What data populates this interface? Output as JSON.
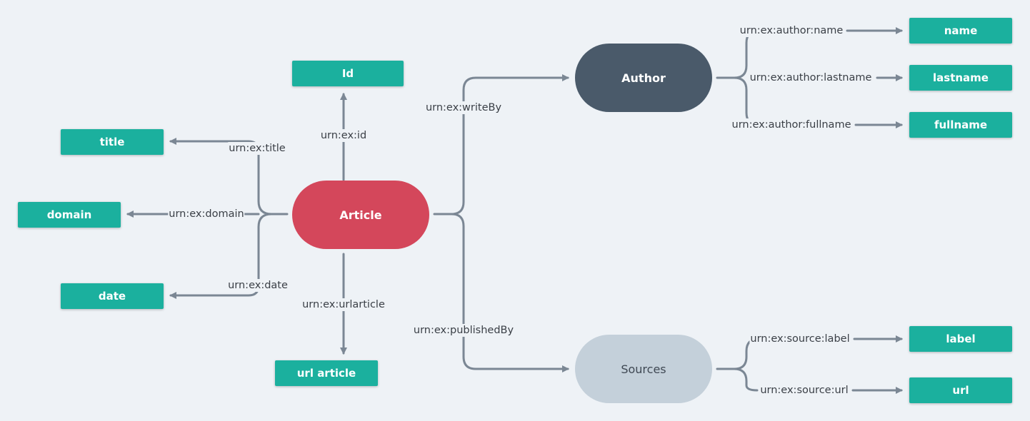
{
  "colors": {
    "background": "#eef2f6",
    "literal_fill": "#1bb09e",
    "article_fill": "#d4475b",
    "author_fill": "#4a5a6a",
    "sources_fill": "#c4d0da",
    "edge": "#7b8794"
  },
  "nodes": {
    "article": "Article",
    "author": "Author",
    "sources": "Sources",
    "id": "Id",
    "title": "title",
    "domain": "domain",
    "date": "date",
    "url_article": "url article",
    "name": "name",
    "lastname": "lastname",
    "fullname": "fullname",
    "label": "label",
    "url": "url"
  },
  "edges": {
    "id": "urn:ex:id",
    "title": "urn:ex:title",
    "domain": "urn:ex:domain",
    "date": "urn:ex:date",
    "urlarticle": "urn:ex:urlarticle",
    "writeBy": "urn:ex:writeBy",
    "publishedBy": "urn:ex:publishedBy",
    "author_name": "urn:ex:author:name",
    "author_lastname": "urn:ex:author:lastname",
    "author_fullname": "urn:ex:author:fullname",
    "source_label": "urn:ex:source:label",
    "source_url": "urn:ex:source:url"
  }
}
